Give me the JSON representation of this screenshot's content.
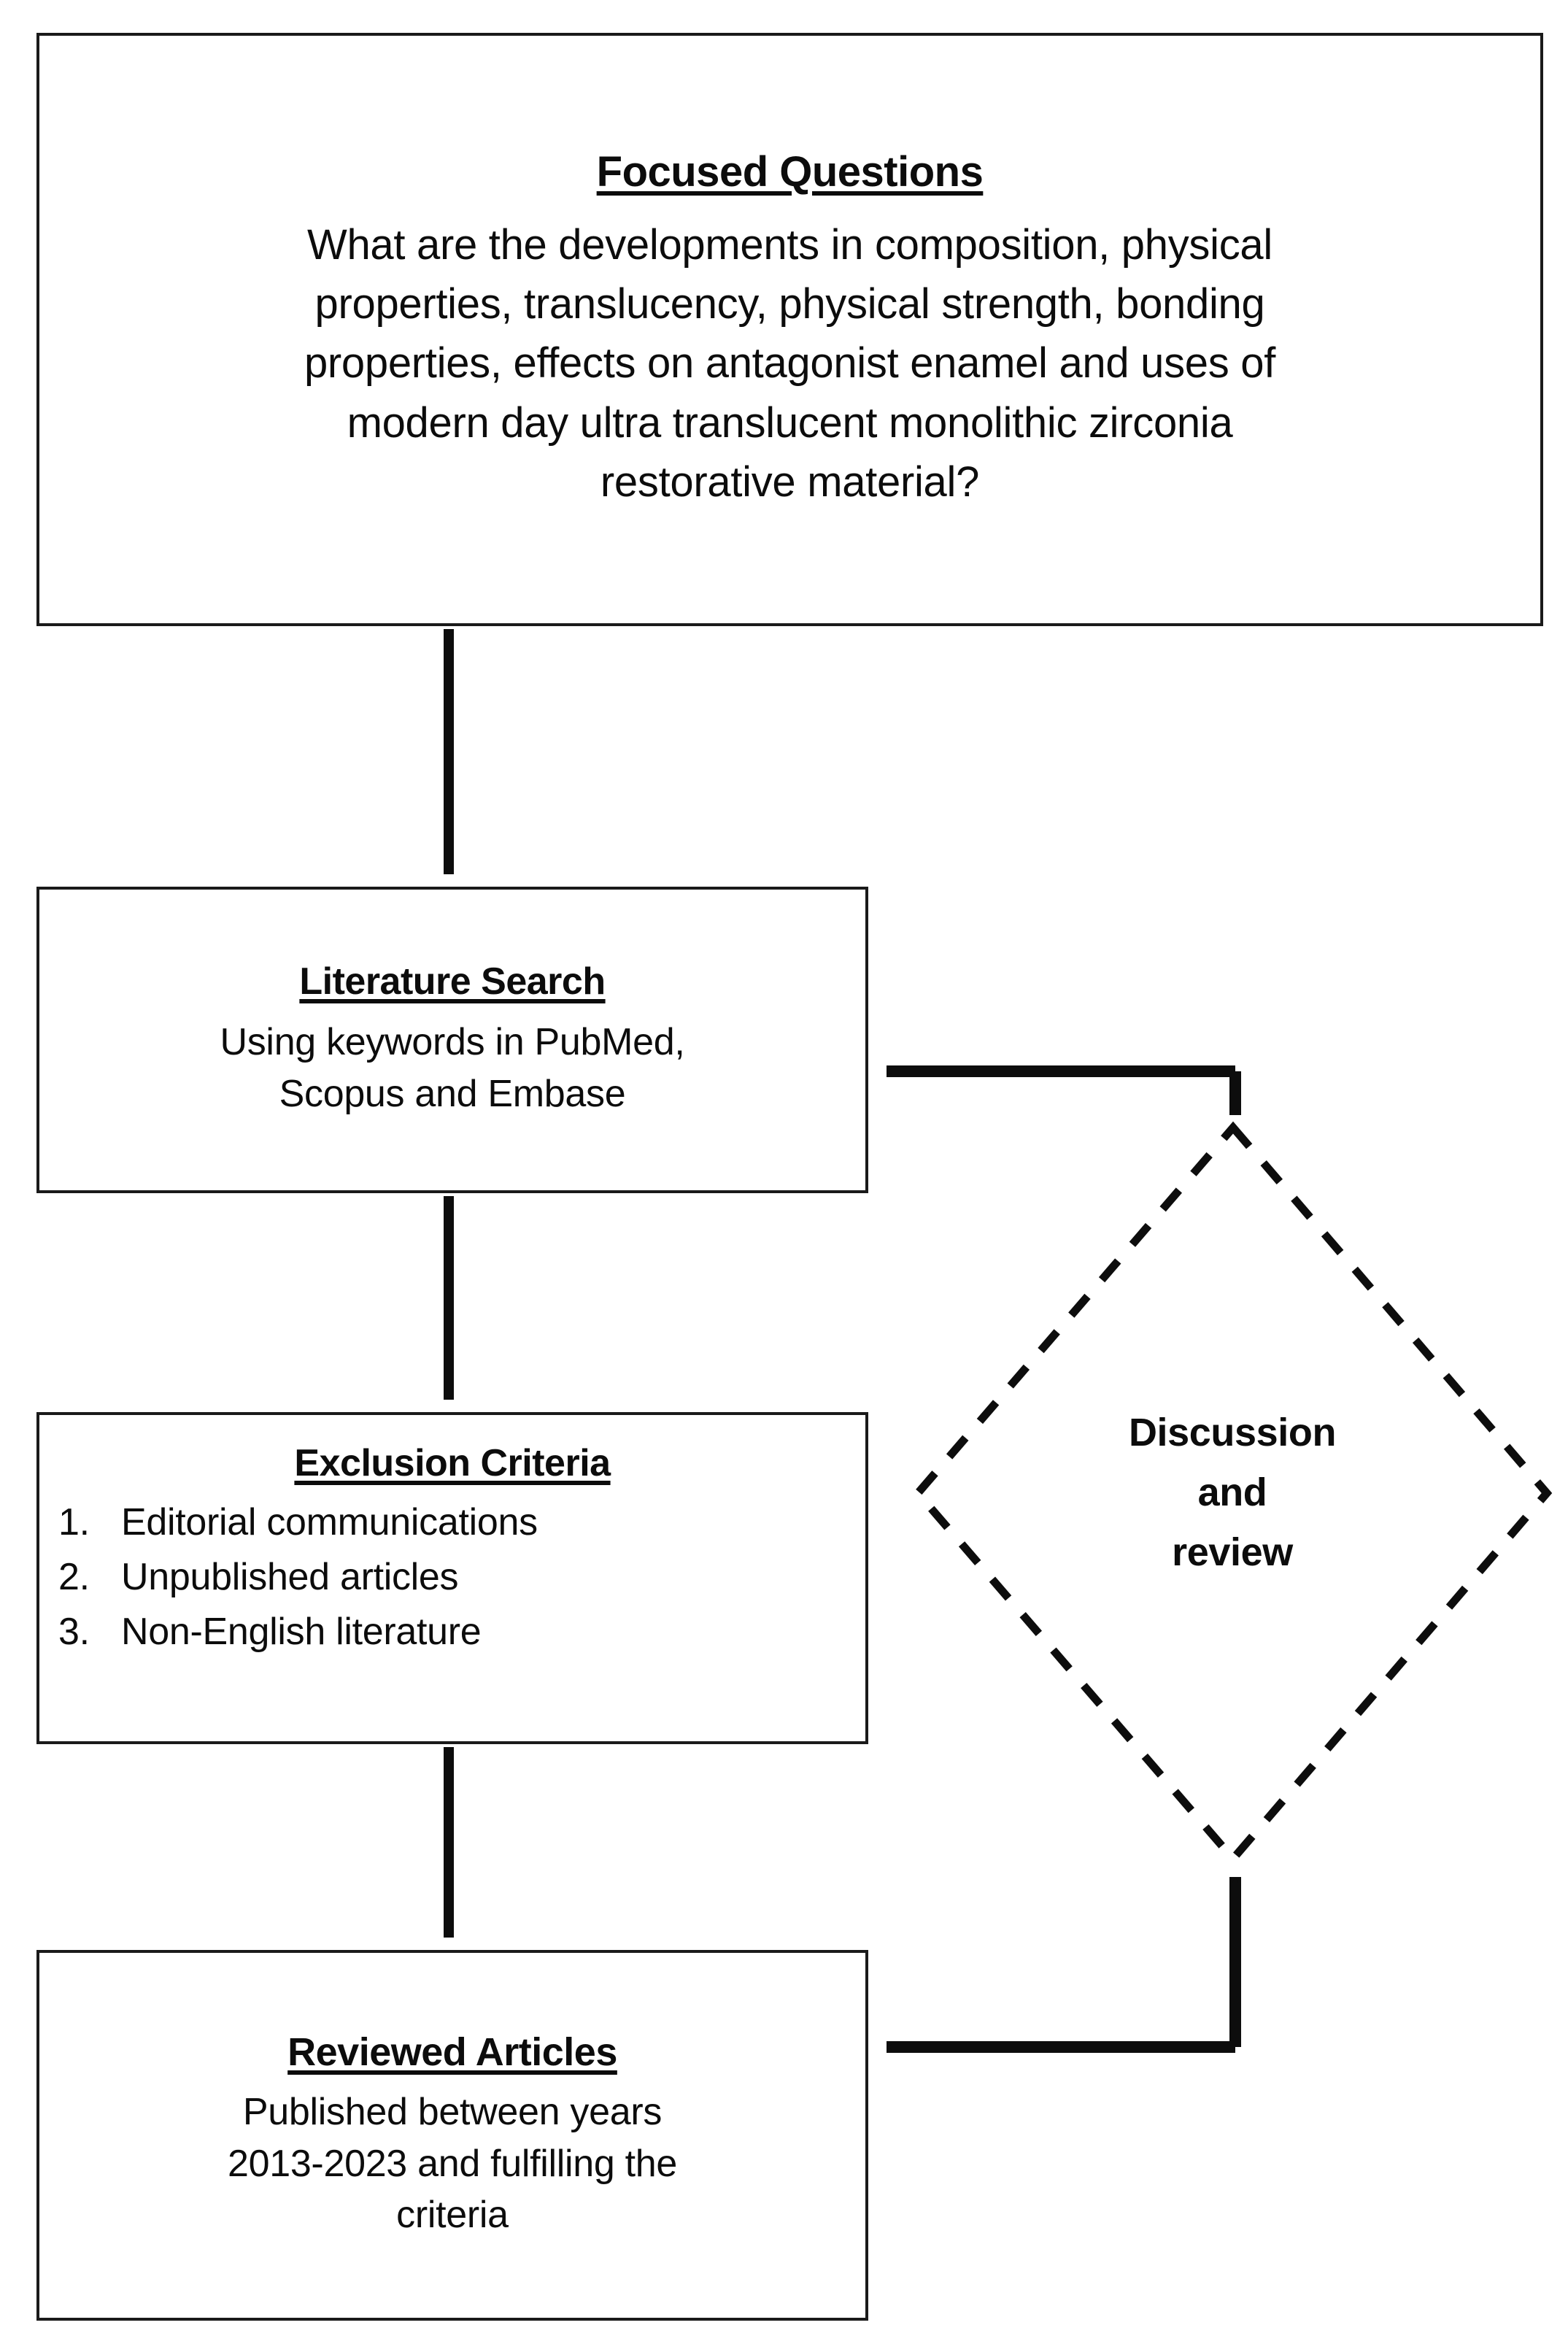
{
  "diagram": {
    "type": "flowchart",
    "title": "Review methodology flowchart",
    "colors": {
      "stroke": "#1a1a1a",
      "text": "#0c0c0c",
      "background": "#ffffff"
    }
  },
  "nodes": {
    "focused_questions": {
      "title": "Focused Questions",
      "lines": [
        "What are the developments in composition, physical",
        "properties, translucency, physical strength, bonding",
        "properties, effects on antagonist enamel and uses of",
        "modern day ultra translucent monolithic zirconia",
        "restorative material?"
      ]
    },
    "literature_search": {
      "title": "Literature Search",
      "lines": [
        "Using keywords in PubMed,",
        "Scopus and Embase"
      ]
    },
    "exclusion_criteria": {
      "title": "Exclusion Criteria",
      "items": [
        {
          "num": "1.",
          "text": "Editorial communications"
        },
        {
          "num": "2.",
          "text": "Unpublished articles"
        },
        {
          "num": "3.",
          "text": "Non-English literature"
        }
      ]
    },
    "reviewed_articles": {
      "title": "Reviewed Articles",
      "lines": [
        "Published between years",
        "2013-2023 and fulfilling the",
        "criteria"
      ]
    },
    "discussion_review": {
      "lines": [
        "Discussion",
        "and",
        "review"
      ]
    }
  },
  "connectors": [
    {
      "name": "focused-questions-to-literature-search",
      "from": "focused_questions",
      "to": "literature_search",
      "style": "solid",
      "arrow": "down"
    },
    {
      "name": "literature-search-to-exclusion-criteria",
      "from": "literature_search",
      "to": "exclusion_criteria",
      "style": "solid",
      "arrow": "down"
    },
    {
      "name": "exclusion-criteria-to-reviewed-articles",
      "from": "exclusion_criteria",
      "to": "reviewed_articles",
      "style": "solid",
      "arrow": "down"
    },
    {
      "name": "discussion-to-literature-search",
      "from": "discussion_review",
      "to": "literature_search",
      "style": "solid",
      "arrow": "both"
    },
    {
      "name": "reviewed-articles-to-discussion",
      "from": "reviewed_articles",
      "to": "discussion_review",
      "style": "solid",
      "arrow": "both"
    }
  ]
}
